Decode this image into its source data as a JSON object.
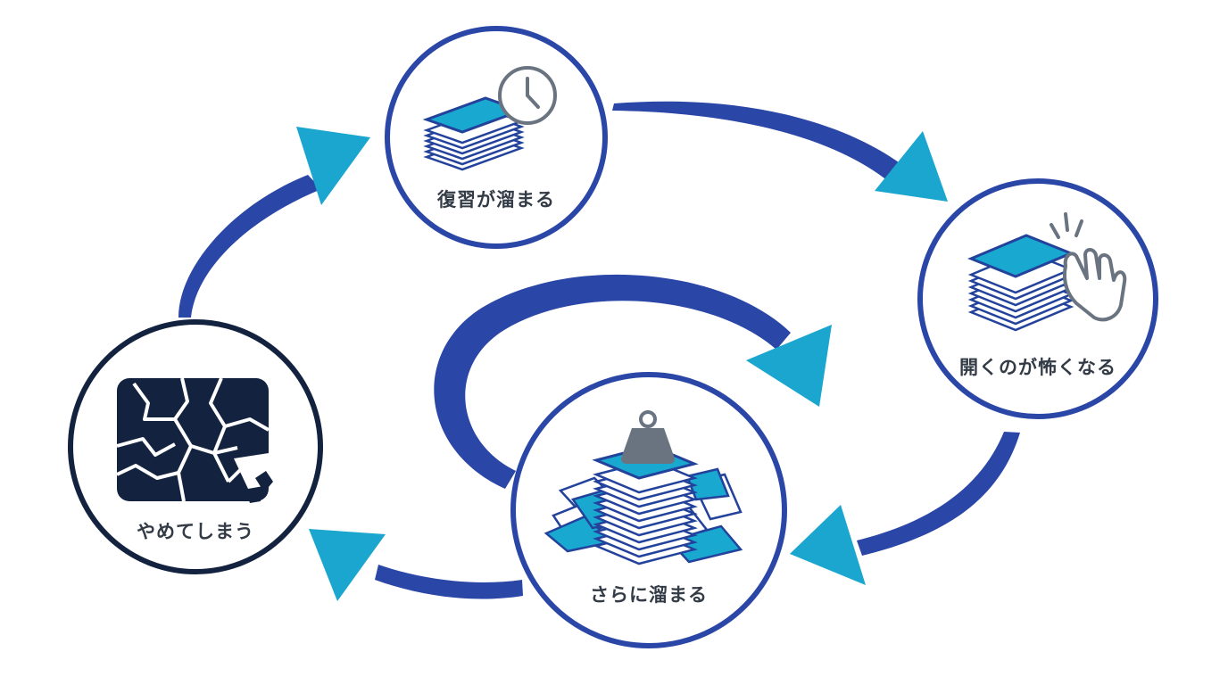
{
  "nodes": [
    {
      "id": "review-piles-up",
      "label": "復習が溜まる"
    },
    {
      "id": "afraid-to-open",
      "label": "開くのが怖くなる"
    },
    {
      "id": "piles-up-more",
      "label": "さらに溜まる"
    },
    {
      "id": "give-up",
      "label": "やめてしまう"
    }
  ],
  "colors": {
    "arrow_body": "#2a46a6",
    "arrow_head": "#1aa6cf",
    "circle_ring": "#2a46a6",
    "give_up_ring": "#13233f",
    "card_fill": "#19a8d0",
    "card_edge": "#23429b",
    "label_text": "#333b46",
    "icon_gray": "#6a7481"
  }
}
